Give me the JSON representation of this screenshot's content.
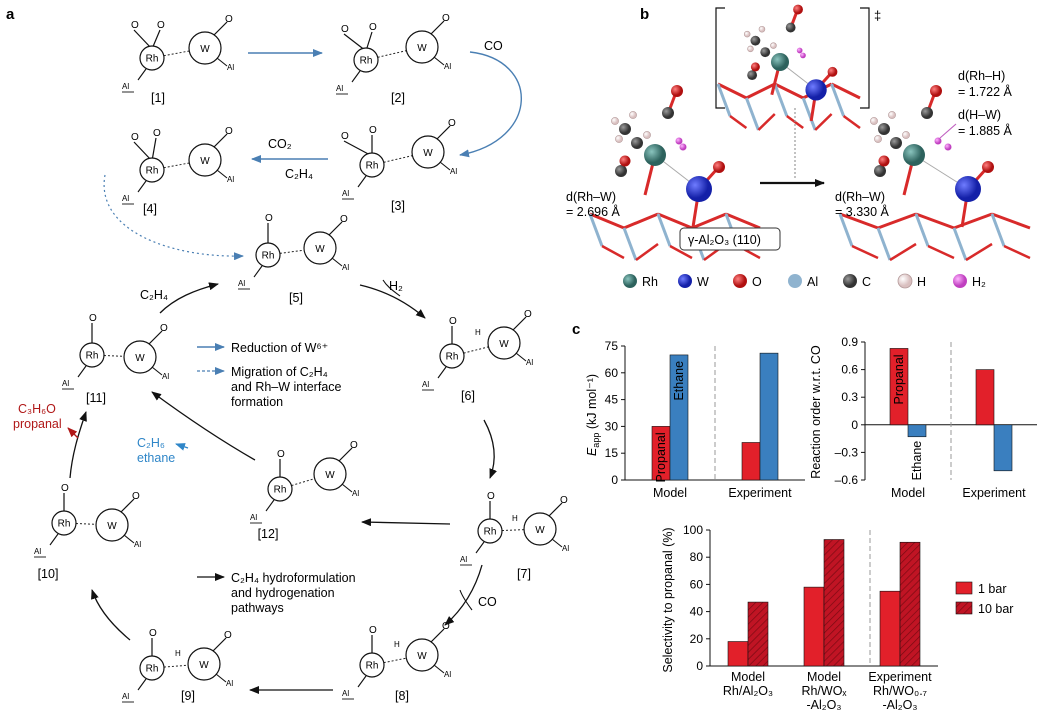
{
  "panels": {
    "a": "a",
    "b": "b",
    "c": "c"
  },
  "cycle": {
    "species": [
      "[1]",
      "[2]",
      "[3]",
      "[4]",
      "[5]",
      "[6]",
      "[7]",
      "[8]",
      "[9]",
      "[10]",
      "[11]",
      "[12]"
    ],
    "atoms": {
      "rh": "Rh",
      "w": "W",
      "al": "Al",
      "o": "O",
      "h": "H"
    },
    "reagents": {
      "co_a": "CO",
      "co2": "CO₂",
      "c2h4_a": "C₂H₄",
      "c2h4_b": "C₂H₄",
      "h2": "H₂",
      "co_b": "CO",
      "c3h6o": "C₃H₆O",
      "propanal": "propanal",
      "c2h6": "C₂H₆",
      "ethane": "ethane"
    },
    "legend": {
      "solid": "Reduction of W⁶⁺",
      "dashed_1": "Migration of C₂H₄",
      "dashed_2": "and Rh–W interface",
      "dashed_3": "formation",
      "black_1": "C₂H₄ hydroformulation",
      "black_2": "and hydrogenation",
      "black_3": "pathways"
    }
  },
  "structure": {
    "ts_mark": "‡",
    "dist_left_1": "d(Rh–W)",
    "dist_left_2": "= 2.696 Å",
    "dist_right_1": "d(Rh–W)",
    "dist_right_2": "= 3.330 Å",
    "dist_rhh_1": "d(Rh–H)",
    "dist_rhh_2": "= 1.722 Å",
    "dist_hw_1": "d(H–W)",
    "dist_hw_2": "= 1.885 Å",
    "surface": "γ-Al₂O₃ (110)",
    "atom_legend": [
      {
        "label": "Rh",
        "color": "#3f7a74"
      },
      {
        "label": "W",
        "color": "#1f2bd6"
      },
      {
        "label": "O",
        "color": "#e02020"
      },
      {
        "label": "Al",
        "color": "#8fb3cf"
      },
      {
        "label": "C",
        "color": "#555555"
      },
      {
        "label": "H",
        "color": "#f7e8e8"
      },
      {
        "label": "H₂",
        "color": "#e070e0"
      }
    ]
  },
  "chart_data": [
    {
      "type": "bar",
      "title": "",
      "ylabel": "E_app (kJ mol⁻¹)",
      "ylabel_main": "E",
      "ylabel_sub": "app",
      "ylabel_rest": " (kJ mol⁻¹)",
      "categories": [
        "Model",
        "Experiment"
      ],
      "ylim": [
        0,
        75
      ],
      "yticks": [
        0,
        15,
        30,
        45,
        60,
        75
      ],
      "series": [
        {
          "name": "Propanal",
          "color": "#e2202a",
          "values": [
            30,
            21
          ]
        },
        {
          "name": "Ethane",
          "color": "#3a7fbf",
          "values": [
            70,
            71
          ]
        }
      ]
    },
    {
      "type": "bar",
      "title": "",
      "ylabel": "Reaction order w.r.t. CO",
      "categories": [
        "Model",
        "Experiment"
      ],
      "ylim": [
        -0.6,
        0.9
      ],
      "yticks": [
        0.9,
        0.6,
        0.3,
        0,
        -0.3,
        -0.6
      ],
      "ytick_labels": [
        "0.9",
        "0.6",
        "0.3",
        "0",
        "–0.3",
        "–0.6"
      ],
      "series": [
        {
          "name": "Propanal",
          "color": "#e2202a",
          "values": [
            0.83,
            0.6
          ]
        },
        {
          "name": "Ethane",
          "color": "#3a7fbf",
          "values": [
            -0.13,
            -0.5
          ]
        }
      ]
    },
    {
      "type": "bar",
      "title": "",
      "ylabel": "Selectivity to propanal (%)",
      "categories": [
        [
          "Model",
          "Rh/Al₂O₃"
        ],
        [
          "Model",
          "Rh/WOₓ",
          "-Al₂O₃"
        ],
        [
          "Experiment",
          "Rh/WO₀.₇",
          "-Al₂O₃"
        ]
      ],
      "ylim": [
        0,
        100
      ],
      "yticks": [
        0,
        20,
        40,
        60,
        80,
        100
      ],
      "series": [
        {
          "name": "1 bar",
          "color": "#e2202a",
          "values": [
            18,
            58,
            55
          ]
        },
        {
          "name": "10 bar",
          "color": "#c01424",
          "hatched": true,
          "values": [
            47,
            93,
            91
          ]
        }
      ]
    }
  ]
}
